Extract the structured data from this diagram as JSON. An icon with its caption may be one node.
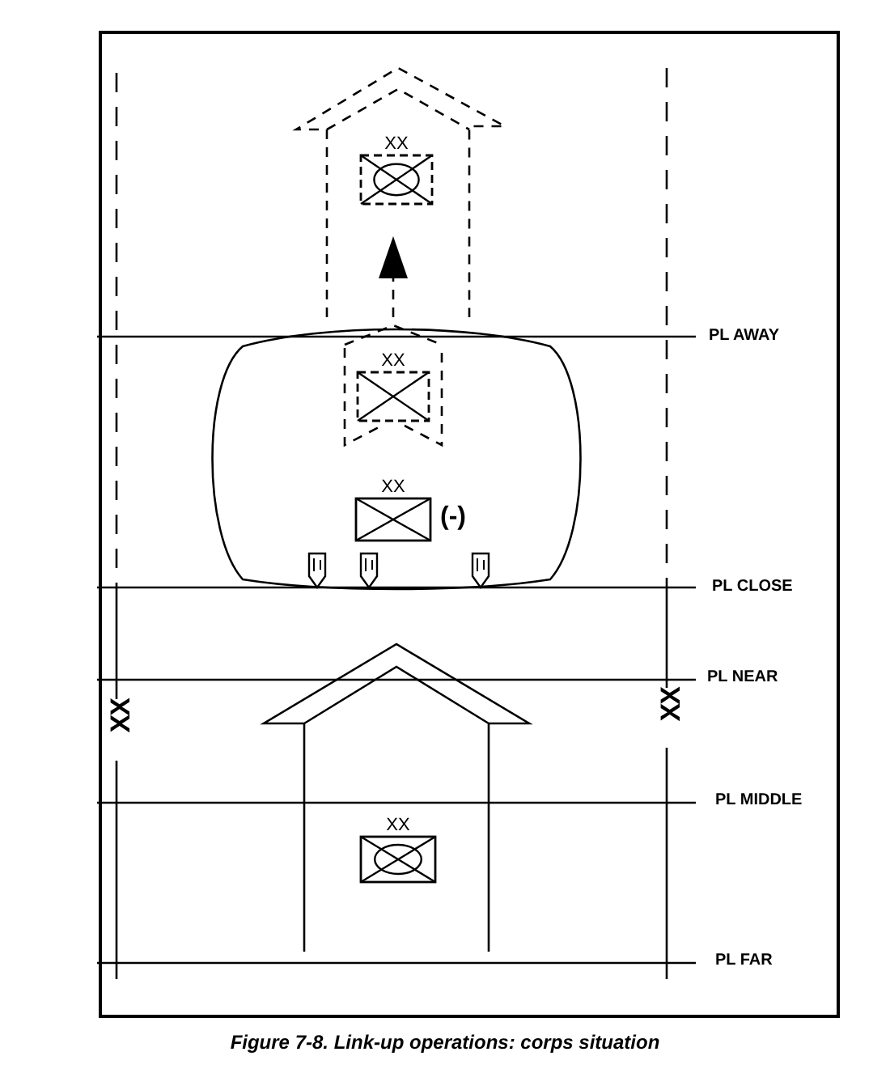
{
  "diagram": {
    "caption": "Figure 7-8. Link-up operations: corps situation",
    "nodes": [
      {
        "text": [
          "XX"
        ]
      },
      {
        "text": [
          "XX"
        ]
      },
      {
        "text": [
          "XX"
        ],
        "beside": [
          "(-)"
        ]
      },
      {
        "text": [
          "XX"
        ]
      }
    ],
    "labels": [
      "PL AWAY",
      "PL CLOSE",
      "PL NEAR",
      "XX",
      "XX",
      "PL MIDDLE",
      "PL FAR"
    ]
  }
}
